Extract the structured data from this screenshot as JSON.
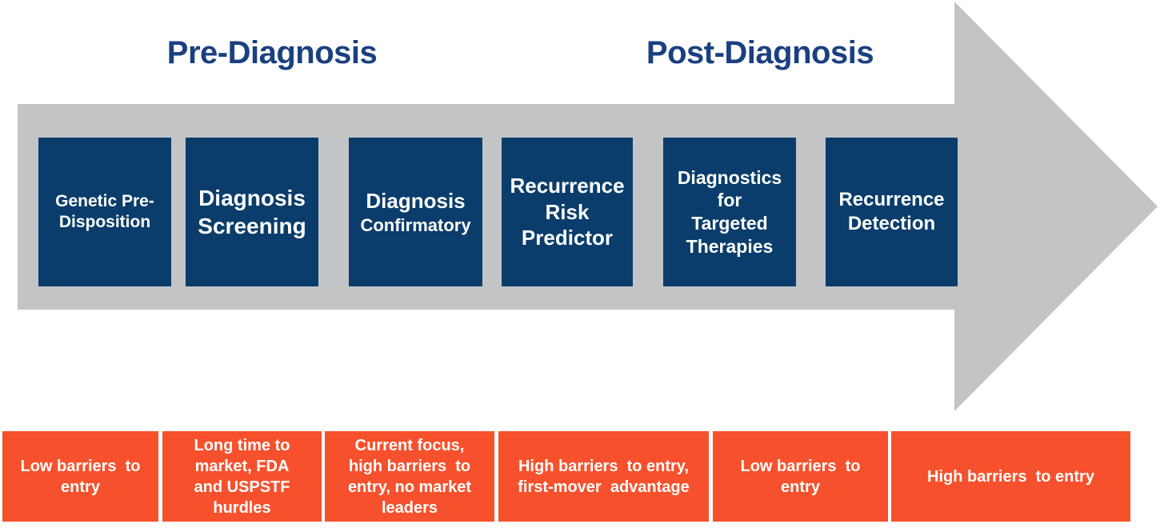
{
  "header": {
    "pre_label": "Pre-Diagnosis",
    "post_label": "Post-Diagnosis"
  },
  "stages": [
    {
      "label": "Genetic Pre-\nDisposition"
    },
    {
      "label": "Diagnosis\nScreening"
    },
    {
      "label": "Diagnosis",
      "sublabel": "Confirmatory"
    },
    {
      "label": "Recurrence\nRisk\nPredictor"
    },
    {
      "label": "Diagnostics\nfor\nTargeted\nTherapies"
    },
    {
      "label": "Recurrence\nDetection"
    }
  ],
  "barriers": [
    {
      "label": "Low barriers  to\nentry"
    },
    {
      "label": "Long time to\nmarket, FDA\nand USPSTF\nhurdles"
    },
    {
      "label": "Current focus,\nhigh barriers  to\nentry, no market\nleaders"
    },
    {
      "label": "High barriers  to entry,\nfirst-mover  advantage"
    },
    {
      "label": "Low barriers  to\nentry"
    },
    {
      "label": "High barriers  to entry"
    }
  ],
  "colors": {
    "navy_box": "#0A3D6B",
    "title_navy": "#1A4080",
    "orange": "#F6512C",
    "arrow_gray": "#C3C4C6",
    "text_white": "#FFFFFF"
  }
}
